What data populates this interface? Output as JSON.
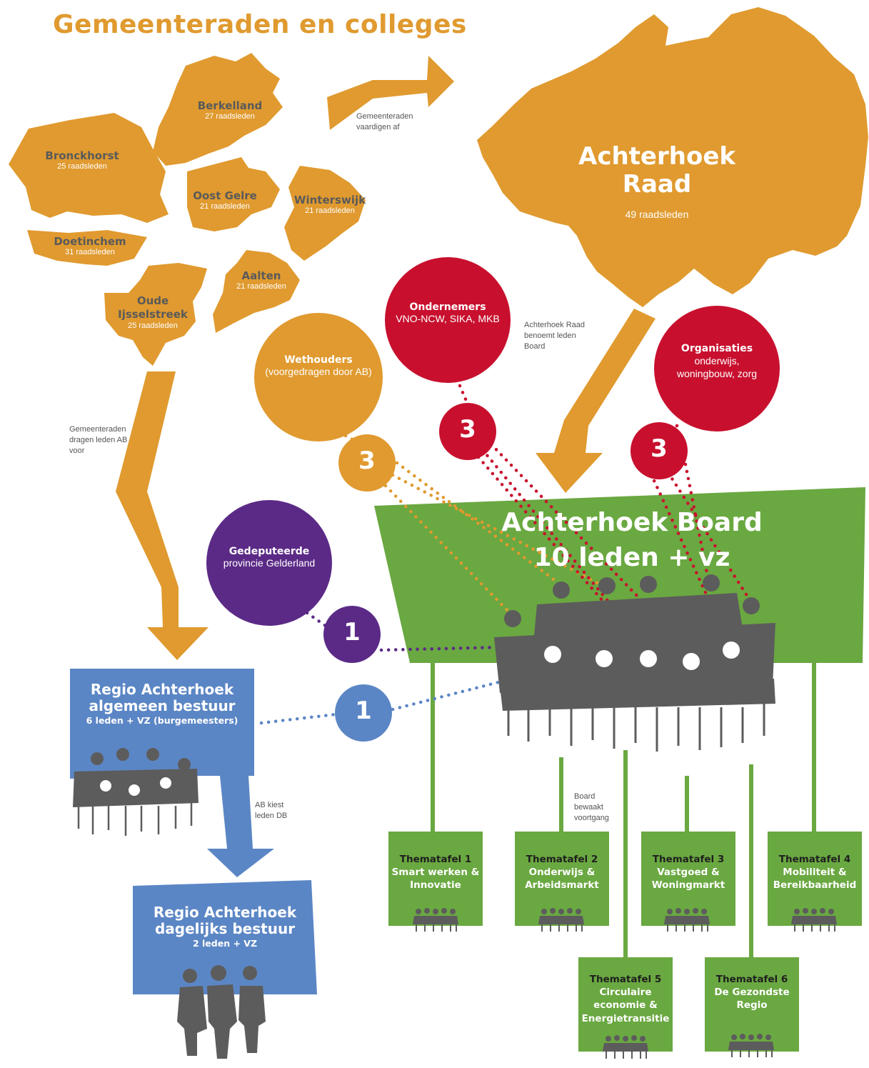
{
  "title": "Gemeenteraden en colleges",
  "colors": {
    "orange": "#e09a2f",
    "red": "#c8102e",
    "purple": "#5b2a86",
    "blue": "#5b86c5",
    "green": "#6aa841",
    "grey": "#5c5c5c"
  },
  "municipalities": [
    {
      "name": "Berkelland",
      "members": "27 raadsleden"
    },
    {
      "name": "Bronckhorst",
      "members": "25 raadsleden"
    },
    {
      "name": "Oost Gelre",
      "members": "21 raadsleden"
    },
    {
      "name": "Winterswijk",
      "members": "21 raadsleden"
    },
    {
      "name": "Doetinchem",
      "members": "31 raadsleden"
    },
    {
      "name": "Aalten",
      "members": "21 raadsleden"
    },
    {
      "name": "Oude Ijsselstreek",
      "members": "25 raadsleden"
    }
  ],
  "raad": {
    "name": "Achterhoek Raad",
    "members": "49 raadsleden"
  },
  "notes": {
    "afvaardigen": "Gemeenteraden vaardigen af",
    "benoemt": "Achterhoek Raad benoemt leden Board",
    "dragen": "Gemeenteraden dragen leden AB voor",
    "kiest": "AB kiest leden DB",
    "bewaakt": "Board bewaakt voortgang"
  },
  "circles": {
    "wethouders": {
      "title": "Wethouders",
      "sub": "(voorgedragen door AB)",
      "count": "3"
    },
    "ondernemers": {
      "title": "Ondernemers",
      "sub": "VNO-NCW, SIKA, MKB",
      "count": "3"
    },
    "organisaties": {
      "title": "Organisaties",
      "sub": "onderwijs, woningbouw, zorg",
      "count": "3"
    },
    "gedeputeerde": {
      "title": "Gedeputeerde",
      "sub": "provincie Gelderland",
      "count": "1"
    },
    "ab_seat": {
      "count": "1"
    }
  },
  "board": {
    "line1": "Achterhoek Board",
    "line2": "10 leden + vz"
  },
  "ab": {
    "line1": "Regio Achterhoek",
    "line2": "algemeen bestuur",
    "line3": "6 leden + VZ (burgemeesters)"
  },
  "db": {
    "line1": "Regio Achterhoek",
    "line2": "dagelijks bestuur",
    "line3": "2 leden + VZ"
  },
  "thematafels": [
    {
      "title": "Thematafel 1",
      "sub": "Smart werken & Innovatie"
    },
    {
      "title": "Thematafel 2",
      "sub": "Onderwijs & Arbeidsmarkt"
    },
    {
      "title": "Thematafel 3",
      "sub": "Vastgoed & Woningmarkt"
    },
    {
      "title": "Thematafel 4",
      "sub": "Mobiliteit & Bereikbaarheid"
    },
    {
      "title": "Thematafel 5",
      "sub": "Circulaire economie & Energietransitie"
    },
    {
      "title": "Thematafel 6",
      "sub": "De Gezondste Regio"
    }
  ]
}
